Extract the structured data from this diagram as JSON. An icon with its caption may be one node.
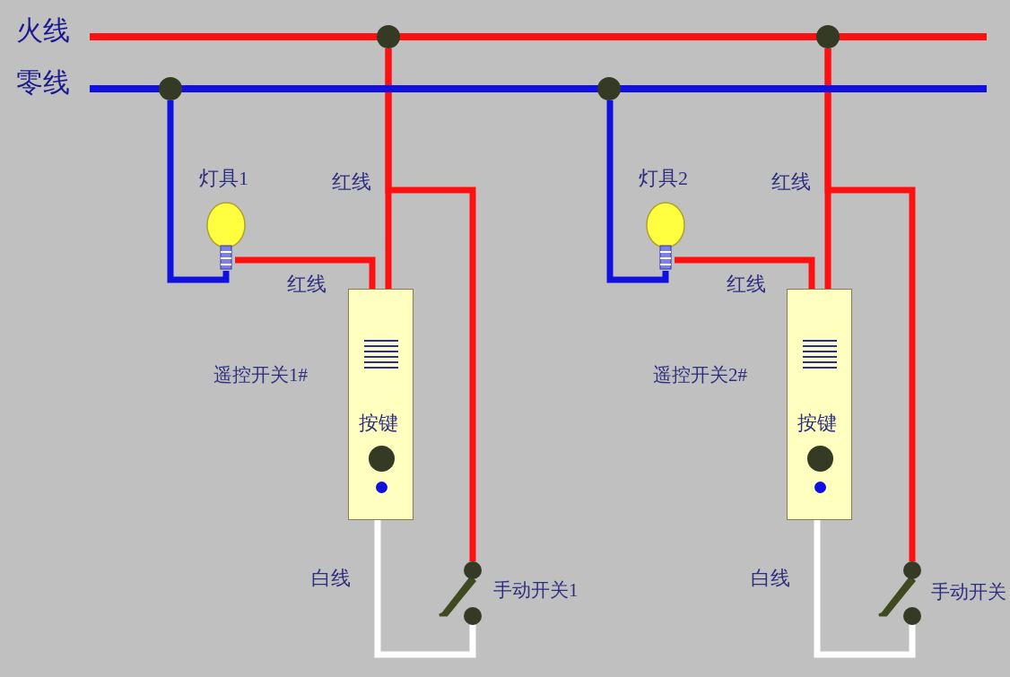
{
  "diagram": {
    "nodes": [
      {
        "text": [
          "火线"
        ]
      },
      {
        "text": [
          "零线"
        ]
      },
      {
        "text": [],
        "shape": "circle"
      },
      {
        "text": [],
        "shape": "circle"
      },
      {
        "text": [],
        "shape": "circle"
      },
      {
        "text": [],
        "shape": "circle"
      },
      {
        "text": [
          "灯具1"
        ]
      },
      {
        "text": [
          "按键"
        ],
        "beside": [
          "遥控开关1#"
        ]
      },
      {
        "text": [],
        "shape": "switch",
        "beside": [
          "手动开关1"
        ]
      },
      {
        "text": [
          "灯具2"
        ]
      },
      {
        "text": [
          "按键"
        ],
        "beside": [
          "遥控开关2#"
        ]
      },
      {
        "text": [],
        "shape": "switch",
        "beside": [
          "手动开关"
        ]
      }
    ],
    "edges": [
      {
        "from": 4,
        "to": 6,
        "arrow": "none",
        "color": "#1010e0"
      },
      {
        "from": 6,
        "to": 7,
        "arrow": "none",
        "label": "红线"
      },
      {
        "from": 2,
        "to": 7,
        "arrow": "none",
        "label": "红线"
      },
      {
        "from": 2,
        "to": 8,
        "arrow": "none"
      },
      {
        "from": 7,
        "to": 8,
        "arrow": "none",
        "label": "白线",
        "color": "#ffffff"
      },
      {
        "from": 5,
        "to": 9,
        "arrow": "none",
        "color": "#1010e0"
      },
      {
        "from": 9,
        "to": 10,
        "arrow": "none",
        "label": "红线"
      },
      {
        "from": 3,
        "to": 10,
        "arrow": "none",
        "label": "红线"
      },
      {
        "from": 3,
        "to": 11,
        "arrow": "none"
      },
      {
        "from": 10,
        "to": 11,
        "arrow": "none",
        "label": "白线",
        "color": "#ffffff"
      }
    ]
  }
}
